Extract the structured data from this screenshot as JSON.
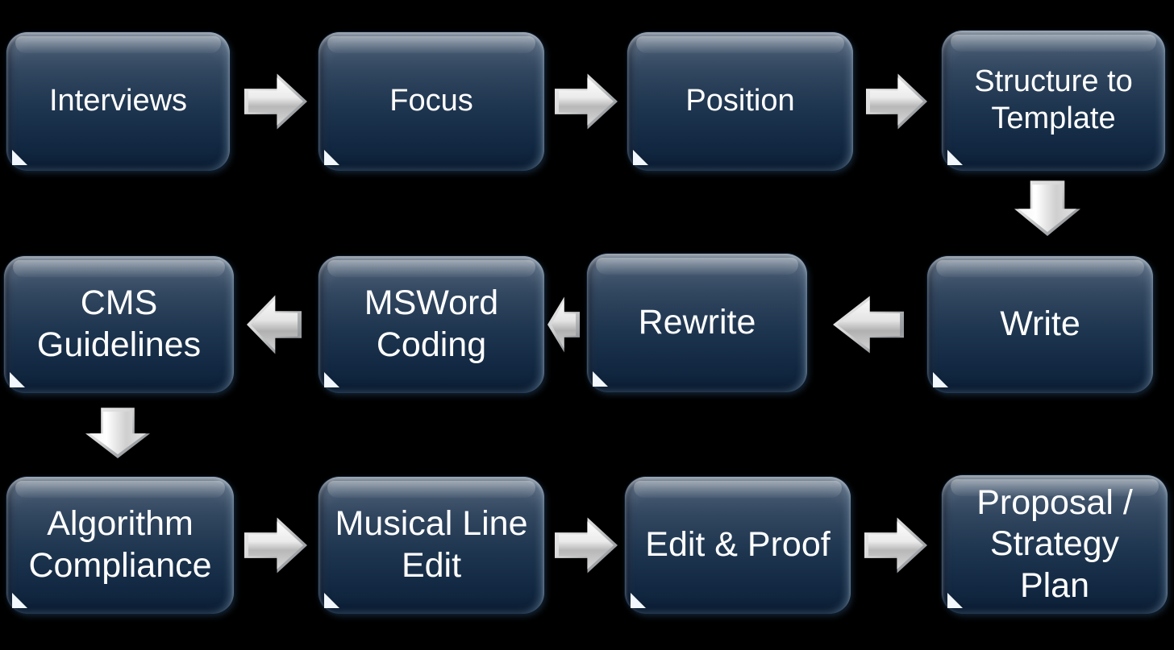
{
  "diagram": {
    "type": "process-flow",
    "background_color": "#000000",
    "shape_fill_top": "#5f7186",
    "shape_fill_bottom": "#0d2137",
    "shape_text_color": "#ffffff",
    "connector_color": "#c9c9c9",
    "nodes": [
      {
        "id": "interviews",
        "label": "Interviews"
      },
      {
        "id": "focus",
        "label": "Focus"
      },
      {
        "id": "position",
        "label": "Position"
      },
      {
        "id": "structure-to-template",
        "label": "Structure to\nTemplate"
      },
      {
        "id": "write",
        "label": "Write"
      },
      {
        "id": "rewrite",
        "label": "Rewrite"
      },
      {
        "id": "msword-coding",
        "label": "MSWord\nCoding"
      },
      {
        "id": "cms-guidelines",
        "label": "CMS\nGuidelines"
      },
      {
        "id": "algorithm-compliance",
        "label": "Algorithm\nCompliance"
      },
      {
        "id": "musical-line-edit",
        "label": "Musical Line\nEdit"
      },
      {
        "id": "edit-and-proof",
        "label": "Edit & Proof"
      },
      {
        "id": "proposal-strategy-plan",
        "label": "Proposal /\nStrategy\nPlan"
      }
    ],
    "connectors": [
      {
        "from": "interviews",
        "to": "focus",
        "direction": "right"
      },
      {
        "from": "focus",
        "to": "position",
        "direction": "right"
      },
      {
        "from": "position",
        "to": "structure-to-template",
        "direction": "right"
      },
      {
        "from": "structure-to-template",
        "to": "write",
        "direction": "down"
      },
      {
        "from": "write",
        "to": "rewrite",
        "direction": "left"
      },
      {
        "from": "rewrite",
        "to": "msword-coding",
        "direction": "left"
      },
      {
        "from": "msword-coding",
        "to": "cms-guidelines",
        "direction": "left"
      },
      {
        "from": "cms-guidelines",
        "to": "algorithm-compliance",
        "direction": "down"
      },
      {
        "from": "algorithm-compliance",
        "to": "musical-line-edit",
        "direction": "right"
      },
      {
        "from": "musical-line-edit",
        "to": "edit-and-proof",
        "direction": "right"
      },
      {
        "from": "edit-and-proof",
        "to": "proposal-strategy-plan",
        "direction": "right"
      }
    ]
  }
}
